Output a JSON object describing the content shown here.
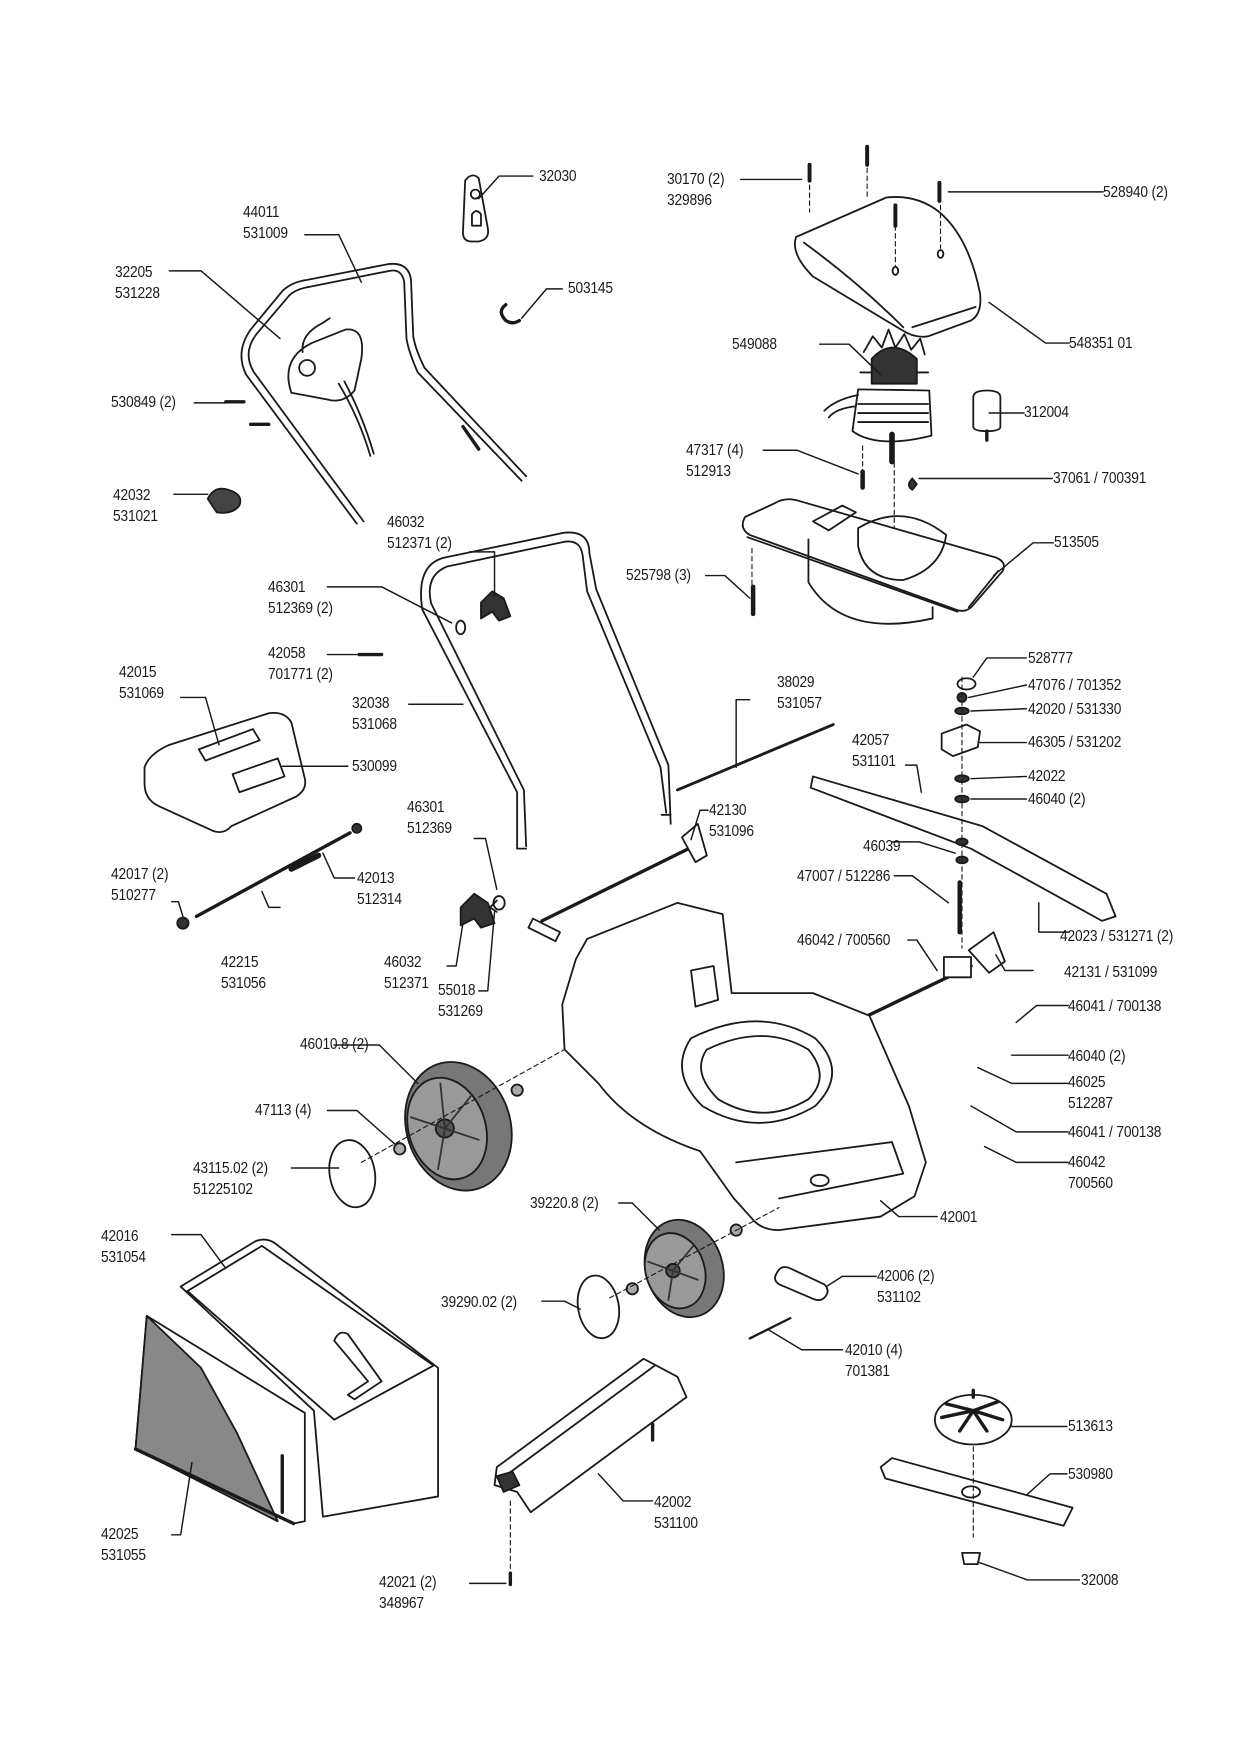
{
  "diagram": {
    "type": "exploded-parts-diagram",
    "subject": "Electric lawn mower",
    "colors": {
      "line": "#1a1a1a",
      "fill_dark": "#555555",
      "fill_grey": "#8a8a8a",
      "background": "#ffffff"
    },
    "parts": [
      {
        "id": "handle-clip",
        "lines": [
          "32030"
        ]
      },
      {
        "id": "upper-handle",
        "lines": [
          "44011",
          "531009"
        ]
      },
      {
        "id": "switch-box",
        "lines": [
          "32205",
          "531228"
        ]
      },
      {
        "id": "circlip",
        "lines": [
          "503145"
        ]
      },
      {
        "id": "switch-screws",
        "lines": [
          "530849 (2)"
        ]
      },
      {
        "id": "cable-clip",
        "lines": [
          "42032",
          "531021"
        ]
      },
      {
        "id": "motor-cover-screw",
        "lines": [
          "30170 (2)",
          "329896"
        ]
      },
      {
        "id": "motor-cover-screws-right",
        "lines": [
          "528940 (2)"
        ]
      },
      {
        "id": "motor-cover",
        "lines": [
          "548351 01"
        ]
      },
      {
        "id": "motor",
        "lines": [
          "549088"
        ]
      },
      {
        "id": "capacitor",
        "lines": [
          "312004"
        ]
      },
      {
        "id": "motor-screws",
        "lines": [
          "47317 (4)",
          "512913"
        ]
      },
      {
        "id": "key",
        "lines": [
          "37061 / 700391"
        ]
      },
      {
        "id": "motor-plate",
        "lines": [
          "513505"
        ]
      },
      {
        "id": "plate-screws",
        "lines": [
          "525798 (3)"
        ]
      },
      {
        "id": "knob-upper",
        "lines": [
          "46032",
          "512371 (2)"
        ]
      },
      {
        "id": "washer-upper",
        "lines": [
          "46301",
          "512369 (2)"
        ]
      },
      {
        "id": "handle-bolt",
        "lines": [
          "42058",
          "701771 (2)"
        ]
      },
      {
        "id": "grass-flap",
        "lines": [
          "42015",
          "531069"
        ]
      },
      {
        "id": "lower-handle",
        "lines": [
          "32038",
          "531068"
        ]
      },
      {
        "id": "decal",
        "lines": [
          "530099"
        ]
      },
      {
        "id": "height-rod",
        "lines": [
          "38029",
          "531057"
        ]
      },
      {
        "id": "cap",
        "lines": [
          "528777"
        ]
      },
      {
        "id": "nut-top",
        "lines": [
          "47076 / 701352"
        ]
      },
      {
        "id": "washer-top",
        "lines": [
          "42020 / 531330"
        ]
      },
      {
        "id": "height-block",
        "lines": [
          "46305 / 531202"
        ]
      },
      {
        "id": "height-lever",
        "lines": [
          "42057",
          "531101"
        ]
      },
      {
        "id": "washer-mid",
        "lines": [
          "42022"
        ]
      },
      {
        "id": "washers-mid-2",
        "lines": [
          "46040 (2)"
        ]
      },
      {
        "id": "washer-lower-left",
        "lines": [
          "46301",
          "512369"
        ]
      },
      {
        "id": "front-axle",
        "lines": [
          "42130",
          "531096"
        ]
      },
      {
        "id": "washer-46039",
        "lines": [
          "46039"
        ]
      },
      {
        "id": "stud",
        "lines": [
          "47007 / 512286"
        ]
      },
      {
        "id": "nut-knob",
        "lines": [
          "42017 (2)",
          "510277"
        ]
      },
      {
        "id": "flap-rod",
        "lines": [
          "42013",
          "512314"
        ]
      },
      {
        "id": "split-pin",
        "lines": [
          "46042 / 700560"
        ]
      },
      {
        "id": "lever-screw",
        "lines": [
          "42023 / 531271 (2)"
        ]
      },
      {
        "id": "knob-lower",
        "lines": [
          "46032",
          "512371"
        ]
      },
      {
        "id": "spring",
        "lines": [
          "42215",
          "531056"
        ]
      },
      {
        "id": "rear-axle",
        "lines": [
          "42131 / 531099"
        ]
      },
      {
        "id": "washer-lower",
        "lines": [
          "55018",
          "531269"
        ]
      },
      {
        "id": "nut-46041-upper",
        "lines": [
          "46041 / 700138"
        ]
      },
      {
        "id": "rear-wheel",
        "lines": [
          "46010.8 (2)"
        ]
      },
      {
        "id": "washers-lower-2",
        "lines": [
          "46040 (2)"
        ]
      },
      {
        "id": "bushing",
        "lines": [
          "46025",
          "512287"
        ]
      },
      {
        "id": "wheel-nut-rear",
        "lines": [
          "47113 (4)"
        ]
      },
      {
        "id": "nut-46041-lower",
        "lines": [
          "46041 / 700138"
        ]
      },
      {
        "id": "hubcap-rear",
        "lines": [
          "43115.02 (2)",
          "51225102"
        ]
      },
      {
        "id": "pin-lower",
        "lines": [
          "46042",
          "700560"
        ]
      },
      {
        "id": "grass-bag-frame",
        "lines": [
          "42016",
          "531054"
        ]
      },
      {
        "id": "front-wheel",
        "lines": [
          "39220.8 (2)"
        ]
      },
      {
        "id": "deck",
        "lines": [
          "42001"
        ]
      },
      {
        "id": "bracket",
        "lines": [
          "42006 (2)",
          "531102"
        ]
      },
      {
        "id": "hubcap-front",
        "lines": [
          "39290.02 (2)"
        ]
      },
      {
        "id": "bracket-screws",
        "lines": [
          "42010 (4)",
          "701381"
        ]
      },
      {
        "id": "fan",
        "lines": [
          "513613"
        ]
      },
      {
        "id": "blade",
        "lines": [
          "530980"
        ]
      },
      {
        "id": "grass-bag",
        "lines": [
          "42025",
          "531055"
        ]
      },
      {
        "id": "rear-guard",
        "lines": [
          "42002",
          "531100"
        ]
      },
      {
        "id": "blade-bolt",
        "lines": [
          "32008"
        ]
      },
      {
        "id": "guard-screws",
        "lines": [
          "42021 (2)",
          "348967"
        ]
      }
    ]
  }
}
